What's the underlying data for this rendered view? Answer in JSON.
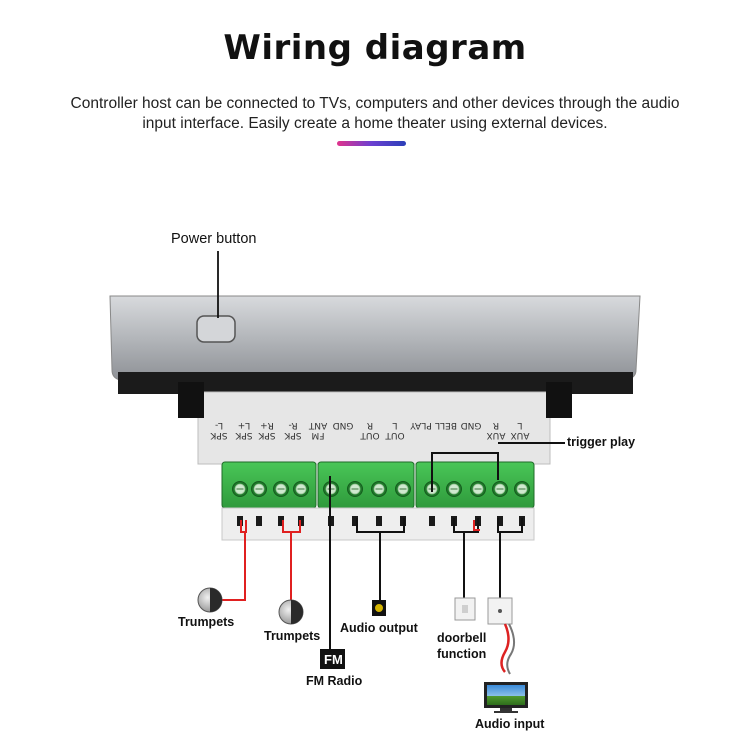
{
  "title": "Wiring diagram",
  "subtitle_line1": "Controller host can be connected to TVs, computers and other devices through the audio",
  "subtitle_line2": "input interface. Easily create a home theater using external devices.",
  "labels": {
    "power_button": "Power button",
    "trigger_play": "trigger play",
    "trumpets_left": "Trumpets",
    "trumpets_right": "Trumpets",
    "audio_output": "Audio output",
    "doorbell_line1": "doorbell",
    "doorbell_line2": "function",
    "fm_radio": "FM Radio",
    "fm_badge": "FM",
    "audio_input": "Audio input"
  },
  "terminals": [
    {
      "line1": "SPK",
      "line2": "L-"
    },
    {
      "line1": "SPK",
      "line2": "L+"
    },
    {
      "line1": "SPK",
      "line2": "R+"
    },
    {
      "line1": "SPK",
      "line2": "R-"
    },
    {
      "line1": "FM",
      "line2": "ANT"
    },
    {
      "line1": "GND",
      "line2": ""
    },
    {
      "line1": "OUT",
      "line2": "R"
    },
    {
      "line1": "OUT",
      "line2": "L"
    },
    {
      "line1": "PLAY",
      "line2": ""
    },
    {
      "line1": "BELL",
      "line2": ""
    },
    {
      "line1": "GND",
      "line2": ""
    },
    {
      "line1": "AUX",
      "line2": "R"
    },
    {
      "line1": "AUX",
      "line2": "L"
    }
  ],
  "colors": {
    "speaker_wire": "#e02020",
    "signal_wire": "#111111",
    "terminal_green": "#3bb54a",
    "housing": "#b9bcc0"
  }
}
